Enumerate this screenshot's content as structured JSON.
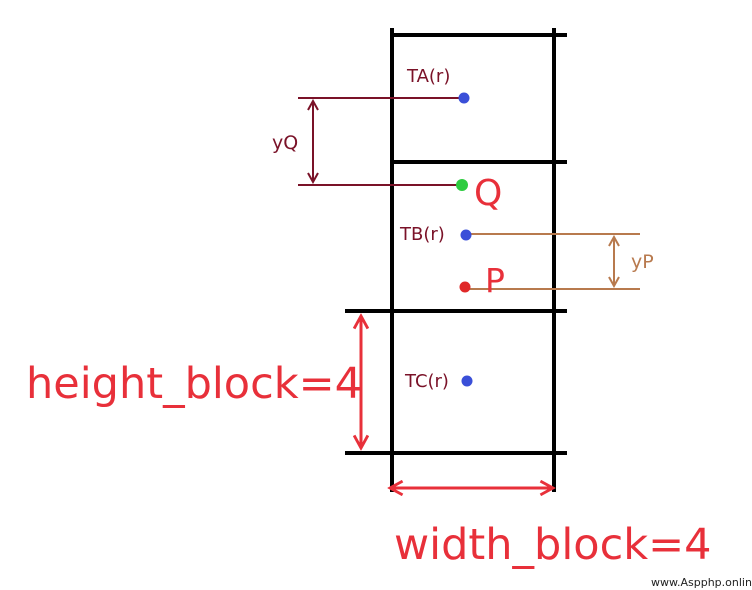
{
  "colors": {
    "grid": "#000000",
    "dark_red": "#7a1228",
    "bright_red": "#e8303a",
    "tan": "#b87a4e",
    "blue_point": "#3a4fd8",
    "green_point": "#2ecc40",
    "red_point": "#e02828",
    "watermark": "#222222"
  },
  "points": {
    "ta": {
      "label": "TA(r)"
    },
    "tb": {
      "label": "TB(r)"
    },
    "tc": {
      "label": "TC(r)"
    },
    "q": {
      "label": "Q"
    },
    "p": {
      "label": "P"
    }
  },
  "dimensions": {
    "yq": {
      "label": "yQ"
    },
    "yp": {
      "label": "yP"
    },
    "height_block": {
      "label": "height_block=4"
    },
    "width_block": {
      "label": "width_block=4"
    }
  },
  "watermark": {
    "text": "www.Aspphp.online"
  }
}
